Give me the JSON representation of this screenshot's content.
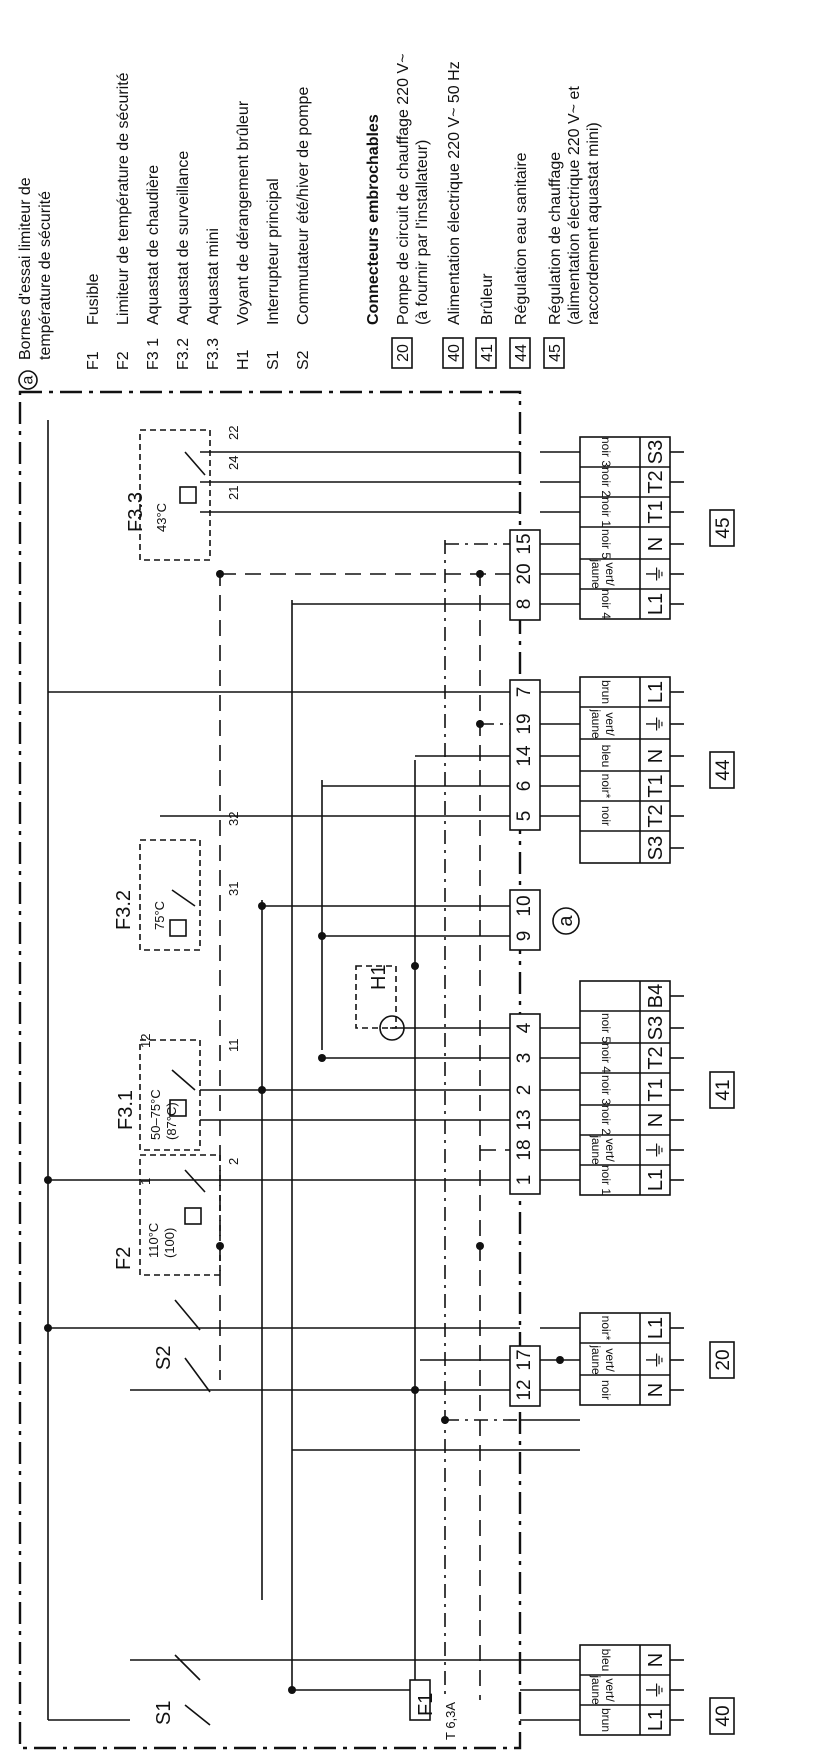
{
  "legend": {
    "marker_a": "a",
    "marker_a_text_1": "Bornes d'essai limiteur de",
    "marker_a_text_2": "température de sécurité",
    "items": [
      {
        "code": "F1",
        "text": "Fusible"
      },
      {
        "code": "F2",
        "text": "Limiteur de température de sécurité"
      },
      {
        "code": "F3 1",
        "text": "Aquastat de chaudière"
      },
      {
        "code": "F3.2",
        "text": "Aquastat de surveillance"
      },
      {
        "code": "F3.3",
        "text": "Aquastat mini"
      },
      {
        "code": "H1",
        "text": "Voyant de dérangement brûleur"
      },
      {
        "code": "S1",
        "text": "Interrupteur principal"
      },
      {
        "code": "S2",
        "text": "Commutateur été/hiver de pompe"
      }
    ],
    "connectors_title": "Connecteurs embrochables",
    "connectors": [
      {
        "code": "20",
        "line1": "Pompe de circuit de chauffage 220 V~",
        "line2": "(à fournir par l'installateur)",
        "line3": ""
      },
      {
        "code": "40",
        "line1": "Alimentation électrique 220 V~ 50 Hz",
        "line2": "",
        "line3": ""
      },
      {
        "code": "41",
        "line1": "Brûleur",
        "line2": "",
        "line3": ""
      },
      {
        "code": "44",
        "line1": "Régulation eau sanitaire",
        "line2": "",
        "line3": ""
      },
      {
        "code": "45",
        "line1": "Régulation de chauffage",
        "line2": "(alimentation électrique 220 V~ et",
        "line3": "raccordement aquastat mini)"
      }
    ]
  },
  "diagram": {
    "F1": "F1",
    "F1_rating": "T 6,3A",
    "S1": "S1",
    "S2": "S2",
    "F2": "F2",
    "F2_temp_1": "110°C",
    "F2_temp_2": "(100)",
    "F31": "F3.1",
    "F31_temp_1": "50–75°C",
    "F31_temp_2": "(87°C)",
    "F32": "F3.2",
    "F32_temp": "75°C",
    "F33": "F3.3",
    "F33_temp": "43°C",
    "H1": "H1",
    "marker_a": "a",
    "contact_labels": [
      "1",
      "2",
      "12",
      "11",
      "31",
      "32",
      "21",
      "24",
      "22"
    ],
    "terminals_main": [
      "12",
      "17",
      "1",
      "18",
      "13",
      "2",
      "3",
      "4",
      "9",
      "10",
      "5",
      "6",
      "14",
      "19",
      "7",
      "8",
      "20",
      "15"
    ],
    "connectors": [
      {
        "code": "40",
        "pins": [
          "L1",
          "⏚",
          "N"
        ],
        "wires": [
          "brun",
          "vert/ jaune",
          "bleu"
        ]
      },
      {
        "code": "20",
        "pins": [
          "N",
          "⏚",
          "L1"
        ],
        "wires": [
          "noir",
          "vert/ jaune",
          "noir*"
        ]
      },
      {
        "code": "41",
        "pins": [
          "L1",
          "⏚",
          "N",
          "T1",
          "T2",
          "S3",
          "B4"
        ],
        "wires": [
          "noir 1",
          "vert/ jaune",
          "noir 2",
          "noir 3",
          "noir 4",
          "noir 5",
          ""
        ]
      },
      {
        "code": "44",
        "pins": [
          "S3",
          "T2",
          "T1",
          "N",
          "⏚",
          "L1"
        ],
        "wires": [
          "",
          "noir",
          "noir*",
          "bleu",
          "vert/ jaune",
          "brun"
        ]
      },
      {
        "code": "45",
        "pins": [
          "L1",
          "⏚",
          "N",
          "T1",
          "T2",
          "S3"
        ],
        "wires": [
          "noir 4",
          "vert/ jaune",
          "noir 5",
          "noir 1",
          "noir 2",
          "noir 3"
        ]
      }
    ]
  }
}
